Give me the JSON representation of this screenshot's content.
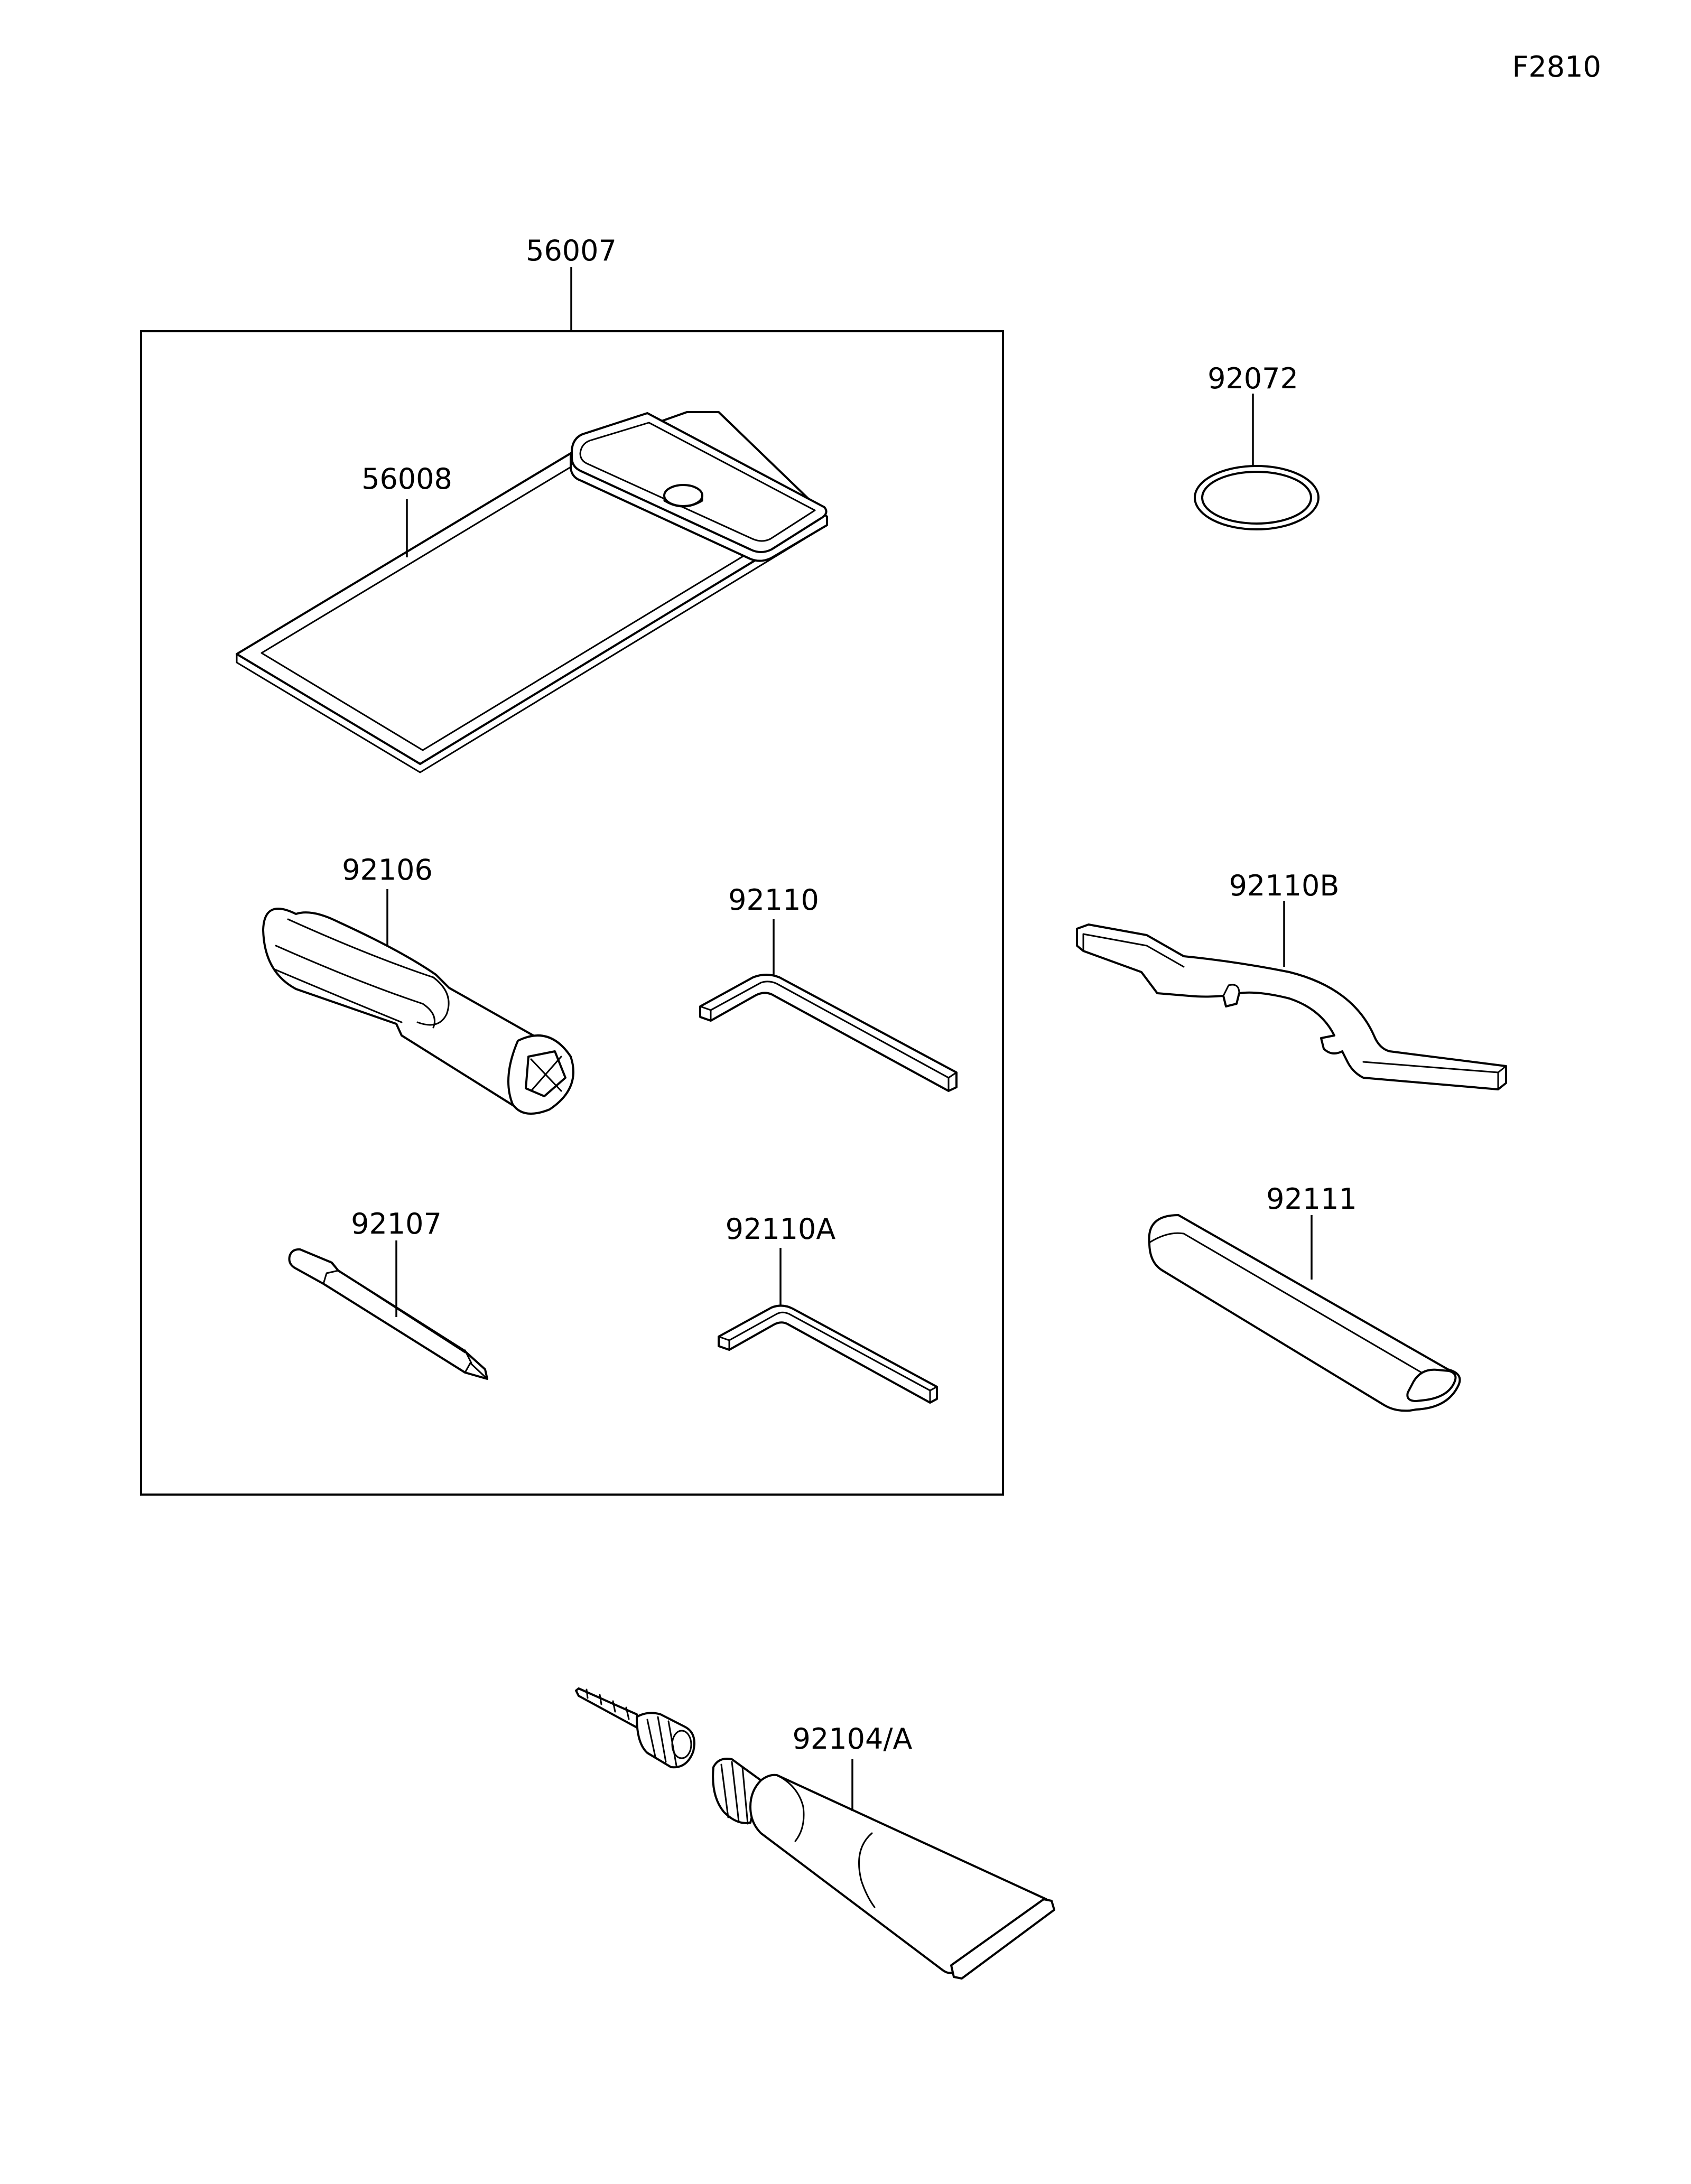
{
  "figure_code": "F2810",
  "parts": {
    "kit": "56007",
    "case": "56008",
    "o_ring": "92072",
    "handle": "92106",
    "hex_wrench_large": "92110",
    "spanner_wrench": "92110B",
    "screwdriver": "92107",
    "hex_wrench_small": "92110A",
    "extension_bar": "92111",
    "grease_tube": "92104/A"
  }
}
